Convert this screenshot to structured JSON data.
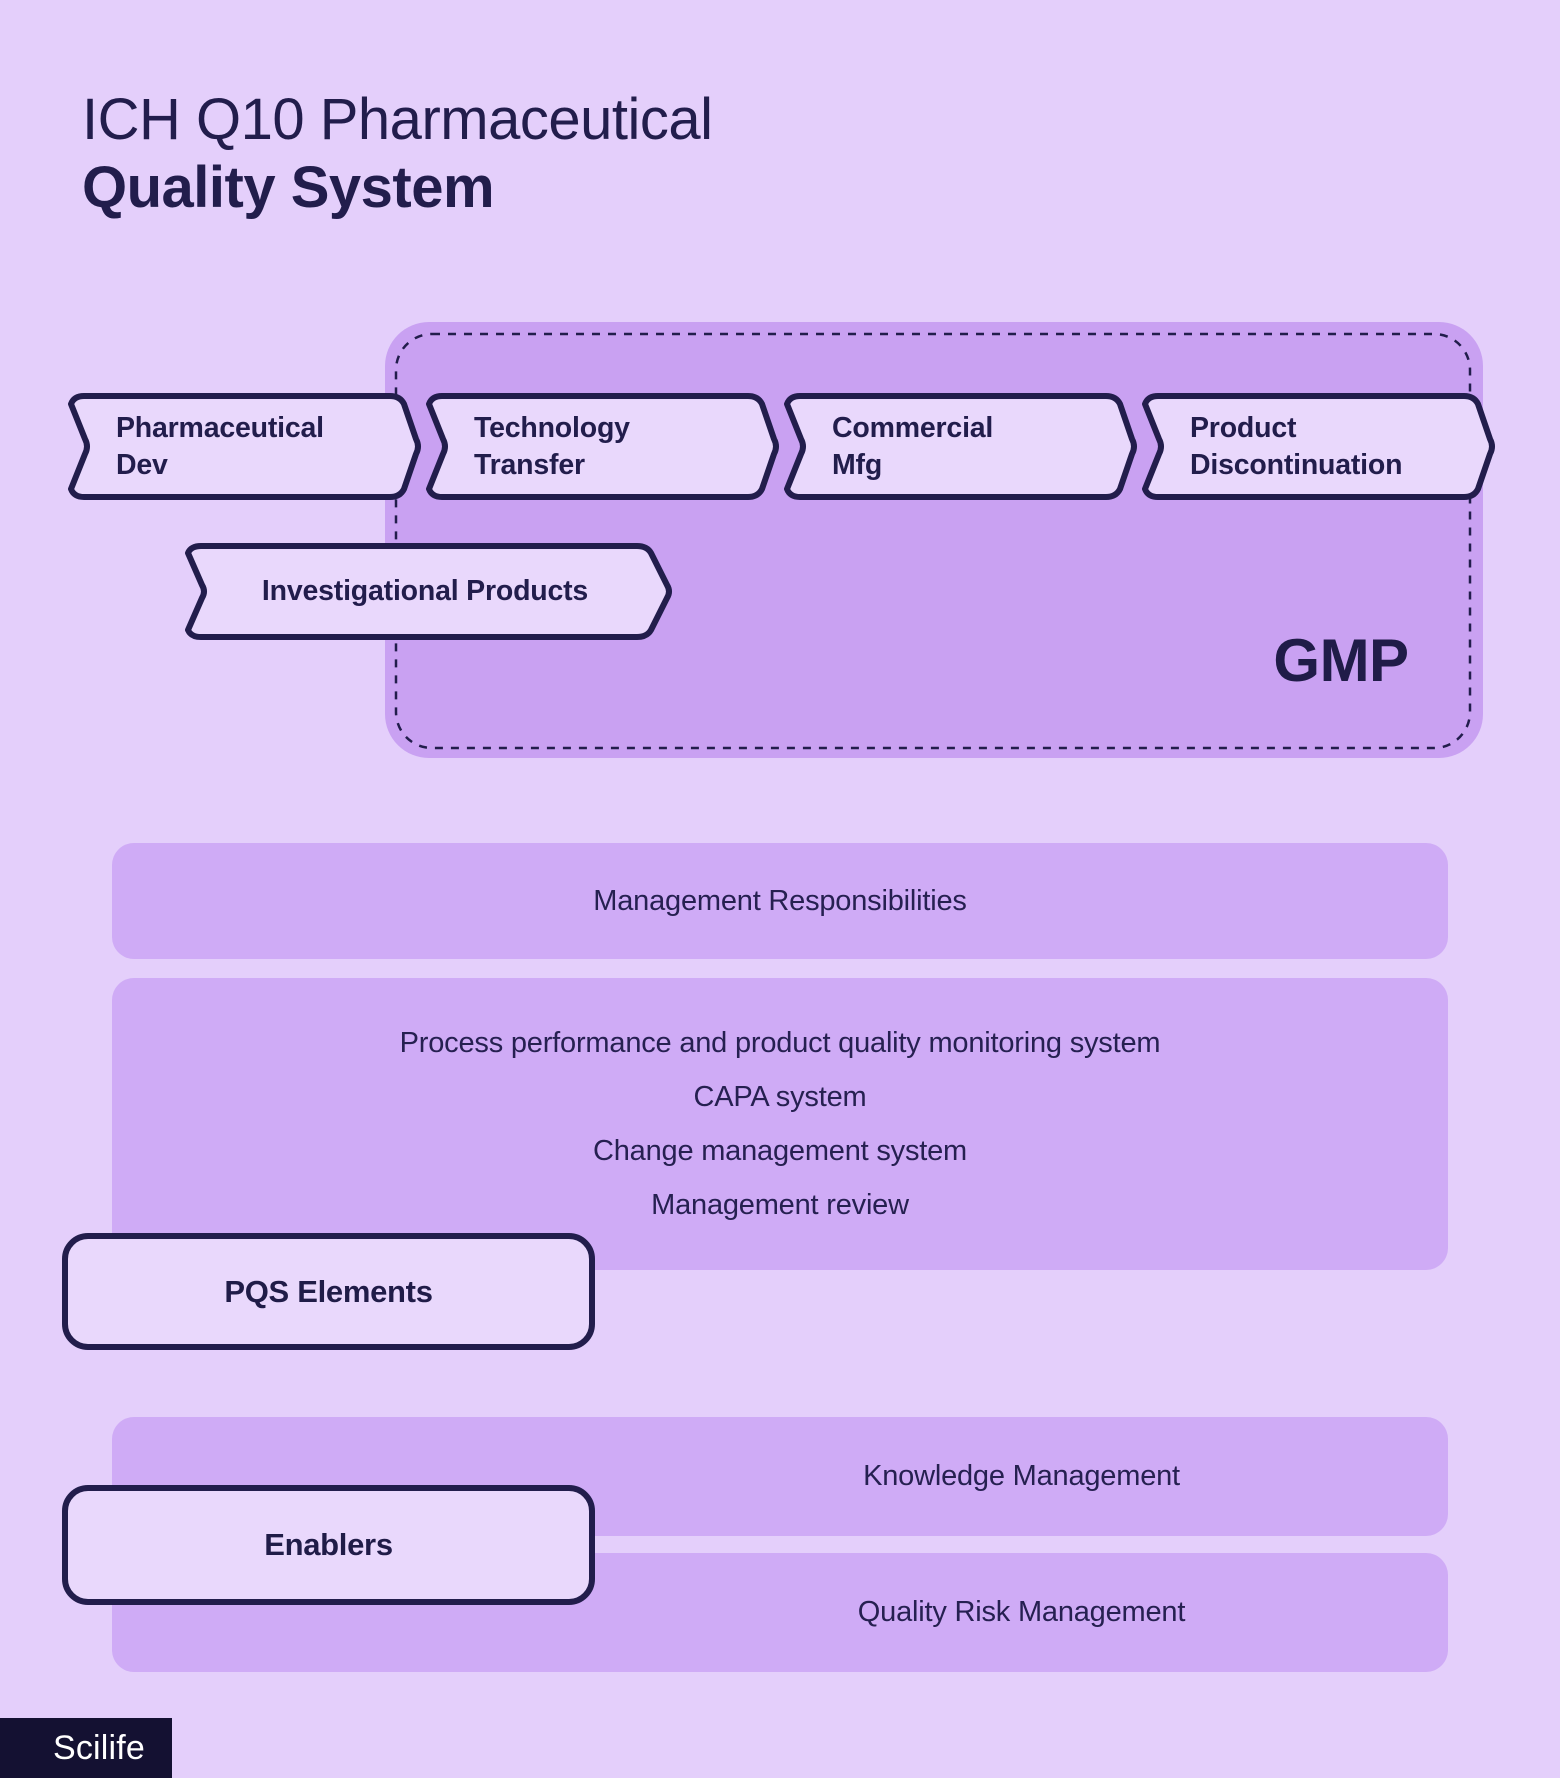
{
  "page": {
    "title_line1": "ICH Q10 Pharmaceutical",
    "title_line2": "Quality System",
    "brand": "Scilife"
  },
  "colors": {
    "background": "#e4cffb",
    "panel_purple": "#cfabf6",
    "gmp_fill": "#c9a1f2",
    "chip_fill": "#e9d8fc",
    "outline_navy": "#221d4c",
    "logo_background": "#141132",
    "logo_text": "#ffffff"
  },
  "lifecycle": {
    "gmp_label": "GMP",
    "stages": [
      {
        "line1": "Pharmaceutical",
        "line2": "Dev"
      },
      {
        "line1": "Technology",
        "line2": "Transfer"
      },
      {
        "line1": "Commercial",
        "line2": "Mfg"
      },
      {
        "line1": "Product",
        "line2": "Discontinuation"
      }
    ],
    "investigational_products": "Investigational Products"
  },
  "pqs": {
    "management_responsibilities": "Management Responsibilities",
    "items": [
      "Process performance and product quality monitoring system",
      "CAPA system",
      "Change management system",
      "Management review"
    ],
    "label": "PQS Elements"
  },
  "enablers": {
    "label": "Enablers",
    "items": [
      "Knowledge Management",
      "Quality Risk Management"
    ]
  }
}
